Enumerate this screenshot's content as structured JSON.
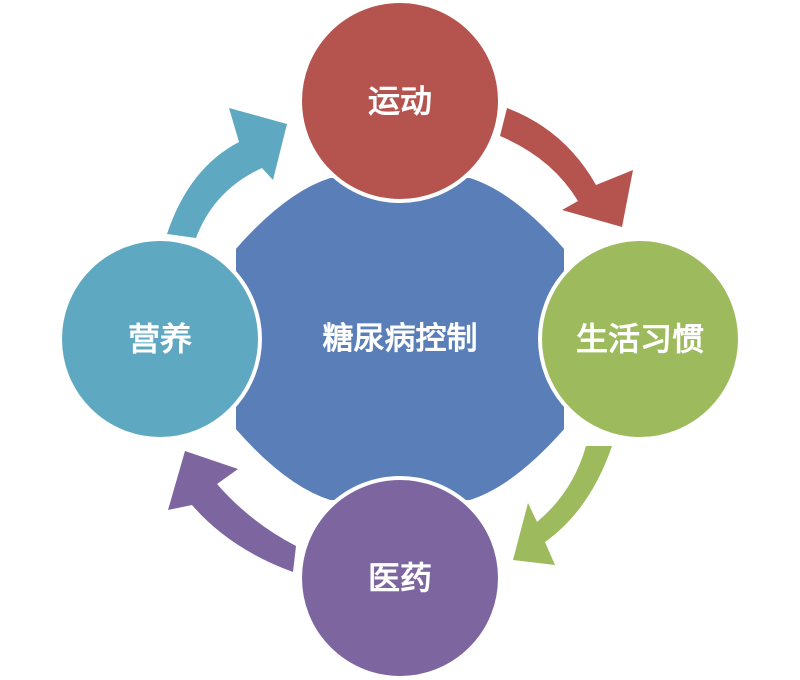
{
  "diagram": {
    "center": {
      "label": "糖尿病控制",
      "color": "#5a7fb8"
    },
    "nodes": [
      {
        "id": "exercise",
        "label": "运动",
        "color": "#b5544f"
      },
      {
        "id": "lifestyle",
        "label": "生活习惯",
        "color": "#9dba5d"
      },
      {
        "id": "medicine",
        "label": "医药",
        "color": "#7d65a0"
      },
      {
        "id": "nutrition",
        "label": "营养",
        "color": "#5ea9c1"
      }
    ],
    "arrows": [
      {
        "from": "exercise",
        "to": "lifestyle",
        "color": "#b5544f"
      },
      {
        "from": "lifestyle",
        "to": "medicine",
        "color": "#9dba5d"
      },
      {
        "from": "medicine",
        "to": "nutrition",
        "color": "#7d65a0"
      },
      {
        "from": "nutrition",
        "to": "exercise",
        "color": "#5ea9c1"
      }
    ]
  }
}
